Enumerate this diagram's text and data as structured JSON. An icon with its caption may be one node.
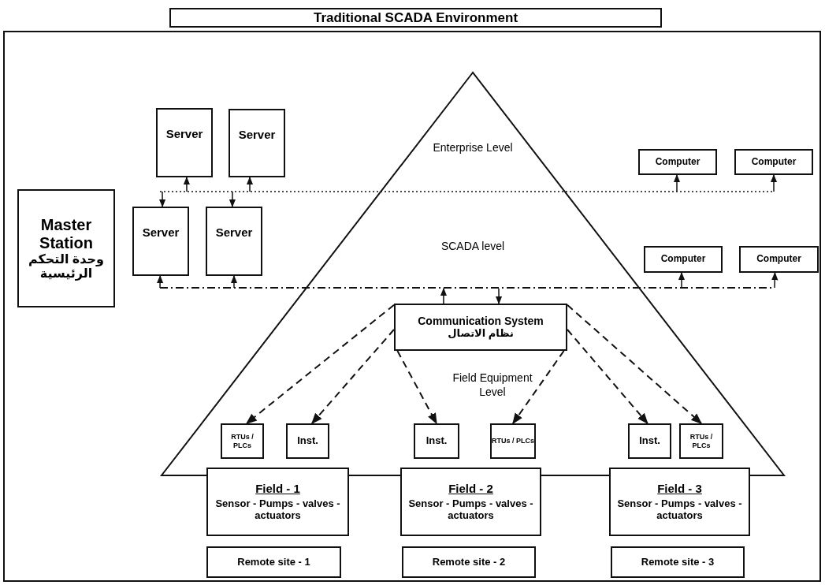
{
  "diagram": {
    "title": "Traditional SCADA Environment",
    "nodes": [
      {
        "text": [
          "Master Station",
          "وحدة التحكم الرئيسية"
        ]
      },
      {
        "text": [
          "Server"
        ]
      },
      {
        "text": [
          "Server"
        ]
      },
      {
        "text": [
          "Server"
        ]
      },
      {
        "text": [
          "Server"
        ]
      },
      {
        "text": [
          "Computer"
        ]
      },
      {
        "text": [
          "Computer"
        ]
      },
      {
        "text": [
          "Computer"
        ]
      },
      {
        "text": [
          "Computer"
        ]
      },
      {
        "text": [
          "Communication System",
          "نظام الاتصال"
        ]
      },
      {
        "text": [
          "RTUs / PLCs"
        ]
      },
      {
        "text": [
          "Inst."
        ]
      },
      {
        "text": [
          "Inst."
        ]
      },
      {
        "text": [
          "RTUs / PLCs"
        ]
      },
      {
        "text": [
          "Inst."
        ]
      },
      {
        "text": [
          "RTUs / PLCs"
        ]
      },
      {
        "text": [
          "Field - 1",
          "Sensor - Pumps - valves - actuators"
        ]
      },
      {
        "text": [
          "Field - 2",
          "Sensor - Pumps - valves - actuators"
        ]
      },
      {
        "text": [
          "Field - 3",
          "Sensor - Pumps - valves - actuators"
        ]
      },
      {
        "text": [
          "Remote site - 1"
        ]
      },
      {
        "text": [
          "Remote site - 2"
        ]
      },
      {
        "text": [
          "Remote site - 3"
        ]
      }
    ],
    "edges": [
      {
        "from": null,
        "to": 1,
        "arrow": "to"
      },
      {
        "from": null,
        "to": 2,
        "arrow": "to"
      },
      {
        "from": null,
        "to": 3,
        "arrow": "to"
      },
      {
        "from": null,
        "to": 4,
        "arrow": "to"
      },
      {
        "from": null,
        "to": 5,
        "arrow": "to"
      },
      {
        "from": null,
        "to": 6,
        "arrow": "to"
      },
      {
        "from": null,
        "to": 3,
        "arrow": "to"
      },
      {
        "from": null,
        "to": 4,
        "arrow": "to"
      },
      {
        "from": null,
        "to": 7,
        "arrow": "to"
      },
      {
        "from": null,
        "to": 8,
        "arrow": "to"
      },
      {
        "from": 9,
        "to": null,
        "arrow": "to"
      },
      {
        "from": null,
        "to": 9,
        "arrow": "to"
      },
      {
        "from": 9,
        "to": 10,
        "arrow": "to",
        "style": "dashed"
      },
      {
        "from": 9,
        "to": 11,
        "arrow": "to",
        "style": "dashed"
      },
      {
        "from": 9,
        "to": 12,
        "arrow": "to",
        "style": "dashed"
      },
      {
        "from": 9,
        "to": 13,
        "arrow": "to",
        "style": "dashed"
      },
      {
        "from": 9,
        "to": 14,
        "arrow": "to",
        "style": "dashed"
      },
      {
        "from": 9,
        "to": 15,
        "arrow": "to",
        "style": "dashed"
      }
    ],
    "labels": [
      "Enterprise Level",
      "SCADA level",
      "Field Equipment Level"
    ]
  }
}
